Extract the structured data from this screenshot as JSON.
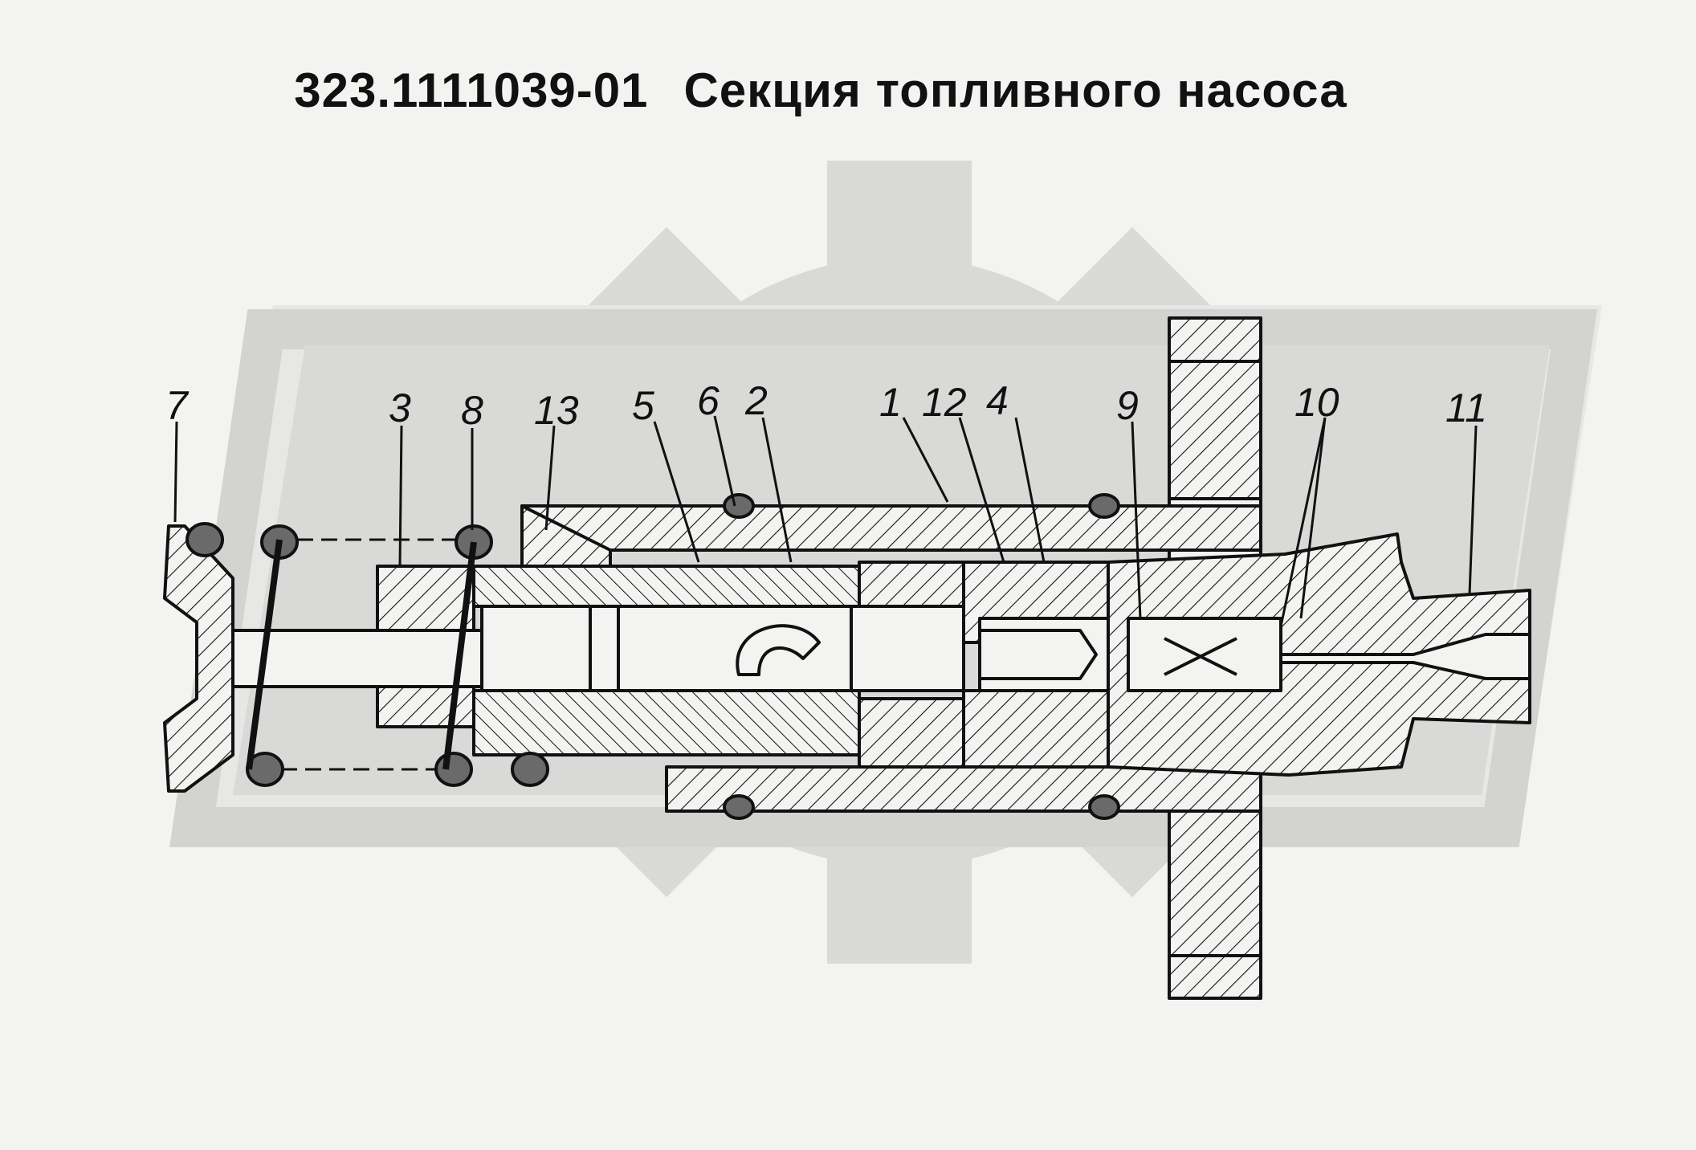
{
  "title": {
    "code": "323.1111039-01",
    "name": "Секция топливного насоса"
  },
  "callouts": [
    {
      "label": "7"
    },
    {
      "label": "3"
    },
    {
      "label": "8"
    },
    {
      "label": "13"
    },
    {
      "label": "5"
    },
    {
      "label": "6"
    },
    {
      "label": "2"
    },
    {
      "label": "1"
    },
    {
      "label": "12"
    },
    {
      "label": "4"
    },
    {
      "label": "9"
    },
    {
      "label": "10"
    },
    {
      "label": "11"
    }
  ],
  "colors": {
    "background": "#f3f3f1",
    "watermark": "#d9d9d7",
    "ink": "#111111"
  }
}
